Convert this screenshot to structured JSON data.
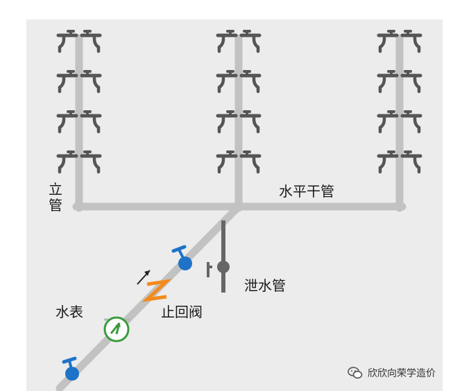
{
  "labels": {
    "riser": "立管",
    "horizontal_main": "水平干管",
    "drain_pipe": "泄水管",
    "water_meter": "水表",
    "check_valve": "止回阀"
  },
  "watermark": {
    "text": "欣欣向荣学造价",
    "icon": "wechat-icon"
  },
  "colors": {
    "background": "#ececec",
    "pipe": "#c2c2c2",
    "tap": "#555555",
    "drain": "#666666",
    "gate_valve": "#1e73c8",
    "check_valve": "#f28a1c",
    "meter": "#3a9b3a"
  }
}
